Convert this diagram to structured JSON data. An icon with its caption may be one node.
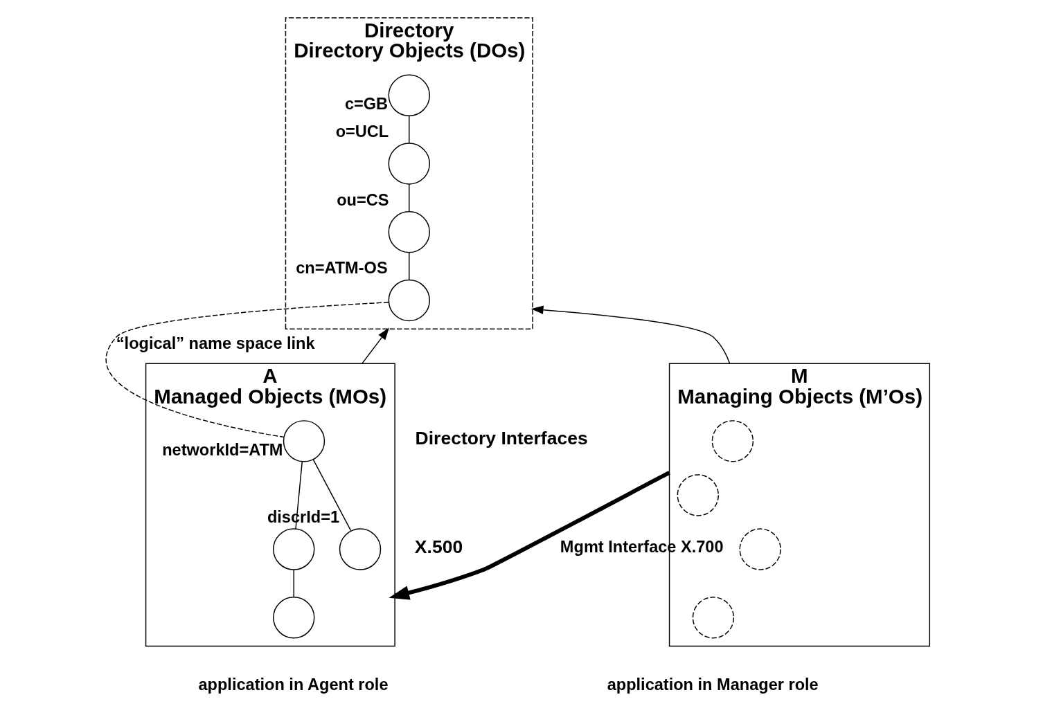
{
  "diagram": {
    "nodes": [
      {
        "text": [
          "Directory",
          "Directory Objects (DOs)"
        ]
      },
      {
        "text": [],
        "shape": "circle",
        "beside": [
          "c=GB"
        ],
        "in": 0
      },
      {
        "text": [],
        "shape": "circle",
        "beside": [
          "o=UCL"
        ],
        "in": 0
      },
      {
        "text": [],
        "shape": "circle",
        "beside": [
          "ou=CS"
        ],
        "in": 0
      },
      {
        "text": [],
        "shape": "circle",
        "beside": [
          "cn=ATM-OS"
        ],
        "in": 0
      },
      {
        "text": [
          "M",
          "Managing Objects (M’Os)"
        ],
        "beside": [
          "application in Manager role"
        ]
      },
      {
        "text": [],
        "shape": "circle",
        "in": 5
      },
      {
        "text": [],
        "shape": "circle",
        "in": 5
      },
      {
        "text": [],
        "shape": "circle",
        "in": 5
      },
      {
        "text": [],
        "shape": "circle",
        "in": 5
      },
      {
        "text": [
          "A",
          "Managed Objects (MOs)"
        ],
        "beside": [
          "application in Agent role"
        ]
      },
      {
        "text": [],
        "shape": "circle",
        "beside": [
          "networkId=ATM"
        ],
        "in": 10
      },
      {
        "text": [],
        "shape": "circle",
        "beside": [
          "discrId=1"
        ],
        "in": 10
      },
      {
        "text": [],
        "shape": "circle",
        "in": 10
      },
      {
        "text": [],
        "shape": "circle",
        "in": 10
      }
    ],
    "edges": [
      {
        "from": 1,
        "to": 2,
        "arrow": "none"
      },
      {
        "from": 2,
        "to": 3,
        "arrow": "none"
      },
      {
        "from": 3,
        "to": 4,
        "arrow": "none"
      },
      {
        "from": 4,
        "to": 11,
        "arrow": "none",
        "style": "dashed",
        "label": "“logical” name space link"
      },
      {
        "from": 5,
        "to": 0,
        "arrow": "to"
      },
      {
        "from": 10,
        "to": 0,
        "arrow": "to"
      },
      {
        "from": 5,
        "to": 10,
        "arrow": "to",
        "style": "thick",
        "label": "Mgmt Interface X.700"
      },
      {
        "from": 11,
        "to": 12,
        "arrow": "none"
      },
      {
        "from": 11,
        "to": 13,
        "arrow": "none"
      },
      {
        "from": 13,
        "to": 14,
        "arrow": "none"
      }
    ],
    "labels": [
      "Directory Interfaces",
      "X.500"
    ]
  }
}
